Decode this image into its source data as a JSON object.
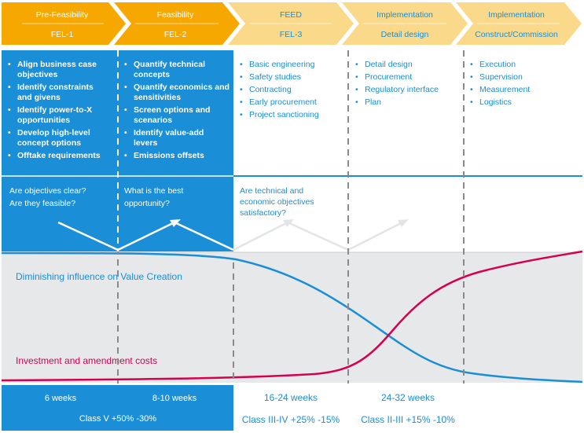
{
  "colors": {
    "orange": "#f7a800",
    "orange_light": "#fbd98a",
    "blue": "#1a8ed6",
    "blue_text": "#1a8ed6",
    "gray_bg": "#e6e8ea",
    "red": "#d6004d",
    "dash": "#8a8a8a"
  },
  "phases": [
    {
      "title": "Pre-Feasibility",
      "sub": "FEL-1",
      "active": true
    },
    {
      "title": "Feasibility",
      "sub": "FEL-2",
      "active": true
    },
    {
      "title": "FEED",
      "sub": "FEL-3",
      "active": false
    },
    {
      "title": "Implementation",
      "sub": "Detail design",
      "active": false
    },
    {
      "title": "Implementation",
      "sub": "Construct/Commission",
      "active": false
    }
  ],
  "activities": [
    {
      "bold": true,
      "items": [
        "Align business case objectives",
        "Identify constraints and givens",
        "Identify power-to-X opportunities",
        "Develop high-level concept options",
        "Offtake requirements"
      ]
    },
    {
      "bold": true,
      "items": [
        "Quantify technical concepts",
        "Quantify economics and sensitivities",
        "Screen options and scenarios",
        "Identify value-add levers",
        "Emissions offsets"
      ]
    },
    {
      "bold": false,
      "items": [
        "Basic engineering",
        "Safety studies",
        "Contracting",
        "Early procurement",
        "Project sanctioning"
      ]
    },
    {
      "bold": false,
      "items": [
        "Detail design",
        "Procurement",
        "Regulatory interface",
        "Plan"
      ]
    },
    {
      "bold": false,
      "items": [
        "Execution",
        "Supervision",
        "Measurement",
        "Logistics"
      ]
    }
  ],
  "questions": [
    {
      "line1": "Are objectives clear?",
      "line2": "Are they feasible?"
    },
    {
      "line1": "What is the best",
      "line2": "opportunity?"
    },
    {
      "line1": "Are technical and",
      "line2": "economic objectives",
      "line3": "satisfactory?"
    }
  ],
  "curves": {
    "influence_label": "Diminishing influence on Value Creation",
    "cost_label": "Investment and amendment costs"
  },
  "durations": [
    "6 weeks",
    "8-10 weeks",
    "16-24 weeks",
    "24-32 weeks"
  ],
  "estimates": [
    "Class V +50% -30%",
    "Class III-IV +25% -15%",
    "Class II-III +15% -10%"
  ]
}
